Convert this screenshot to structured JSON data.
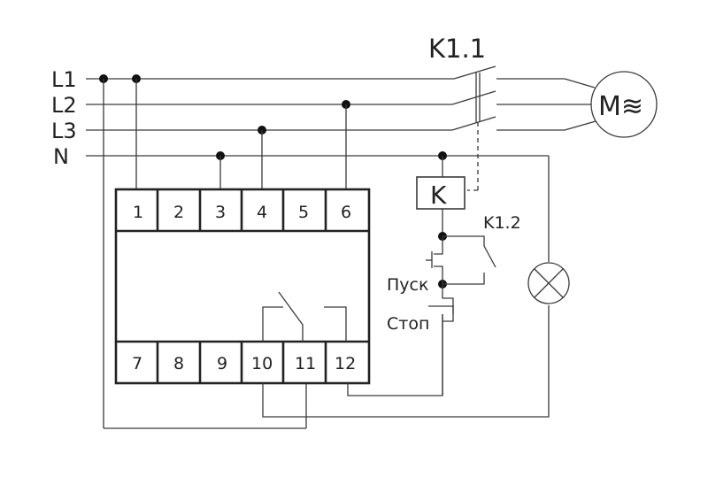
{
  "lines": [
    "L1",
    "L2",
    "L3",
    "N"
  ],
  "contactor_main_label": "K1.1",
  "contactor_aux_label": "K1.2",
  "coil_label": "K",
  "motor_label": "M≋",
  "start_button_label": "Пуск",
  "stop_button_label": "Стоп",
  "terminals_top": [
    "1",
    "2",
    "3",
    "4",
    "5",
    "6"
  ],
  "terminals_bottom": [
    "7",
    "8",
    "9",
    "10",
    "11",
    "12"
  ],
  "colors": {
    "line": "#3a3a3a",
    "background": "#ffffff"
  }
}
